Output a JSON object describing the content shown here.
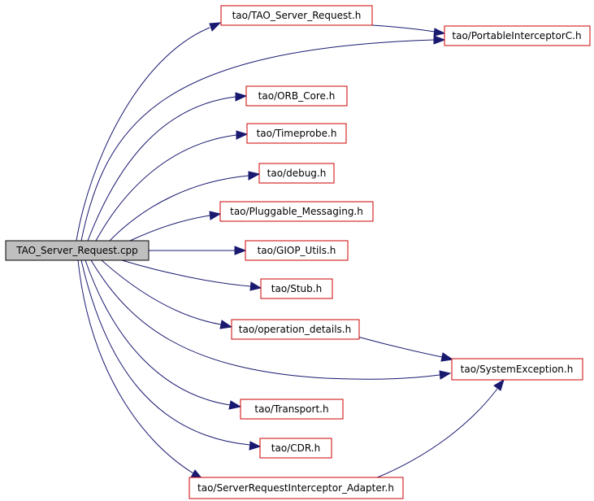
{
  "graph": {
    "root": "TAO_Server_Request.cpp",
    "nodes": [
      "tao/TAO_Server_Request.h",
      "tao/PortableInterceptorC.h",
      "tao/ORB_Core.h",
      "tao/Timeprobe.h",
      "tao/debug.h",
      "tao/Pluggable_Messaging.h",
      "tao/GIOP_Utils.h",
      "tao/Stub.h",
      "tao/operation_details.h",
      "tao/SystemException.h",
      "tao/Transport.h",
      "tao/CDR.h",
      "tao/ServerRequestInterceptor_Adapter.h"
    ],
    "colors": {
      "edge": "#191970",
      "node_border": "#cc0000",
      "root_fill": "#bfbfbf",
      "root_border": "#000000"
    }
  }
}
